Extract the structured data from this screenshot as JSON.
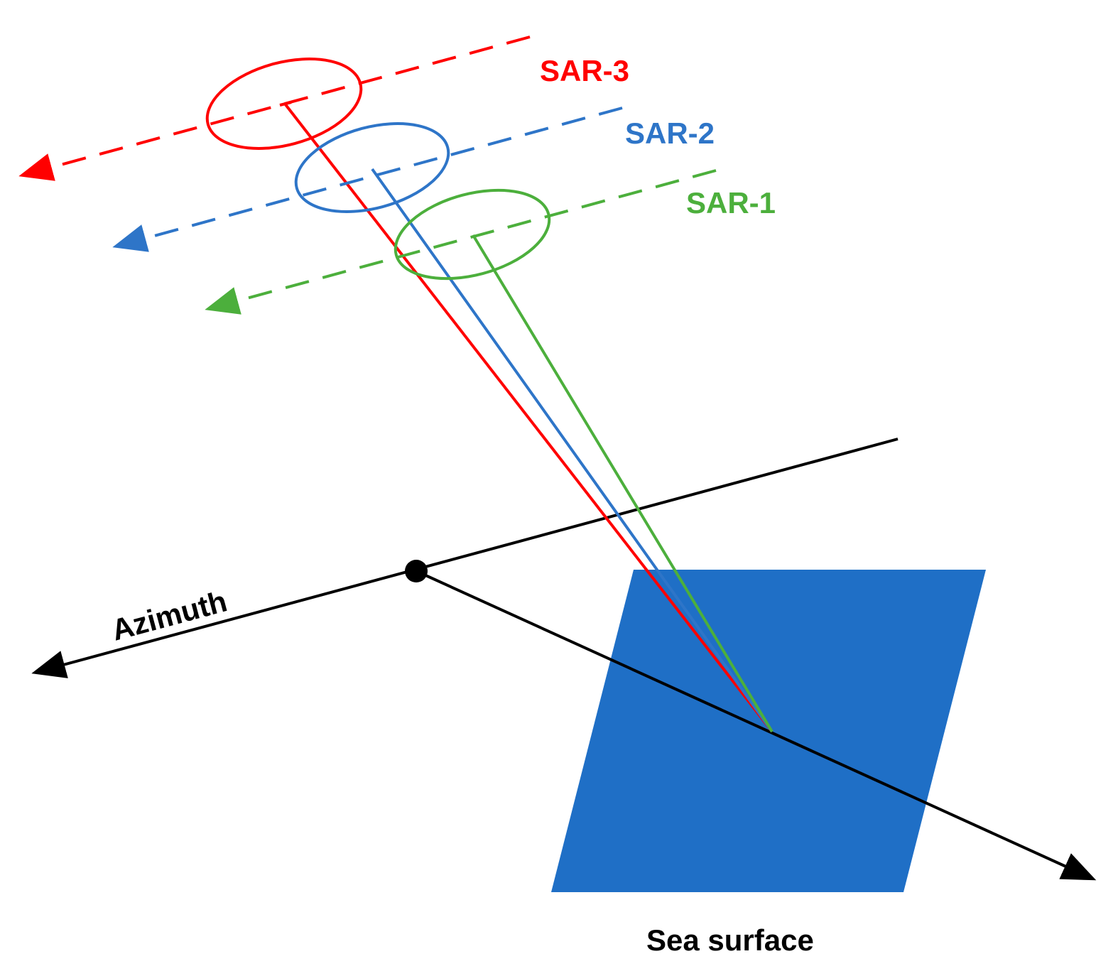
{
  "labels": {
    "sar3": "SAR-3",
    "sar2": "SAR-2",
    "sar1": "SAR-1",
    "azimuth": "Azimuth",
    "sea_surface": "Sea surface"
  },
  "colors": {
    "sar3": "#ff0000",
    "sar2": "#2e75c8",
    "sar1": "#4caf3c",
    "axis": "#000000",
    "sea": "#1f6fc6"
  },
  "icons": {
    "origin": "origin-dot-icon",
    "arrow": "arrowhead-icon"
  }
}
